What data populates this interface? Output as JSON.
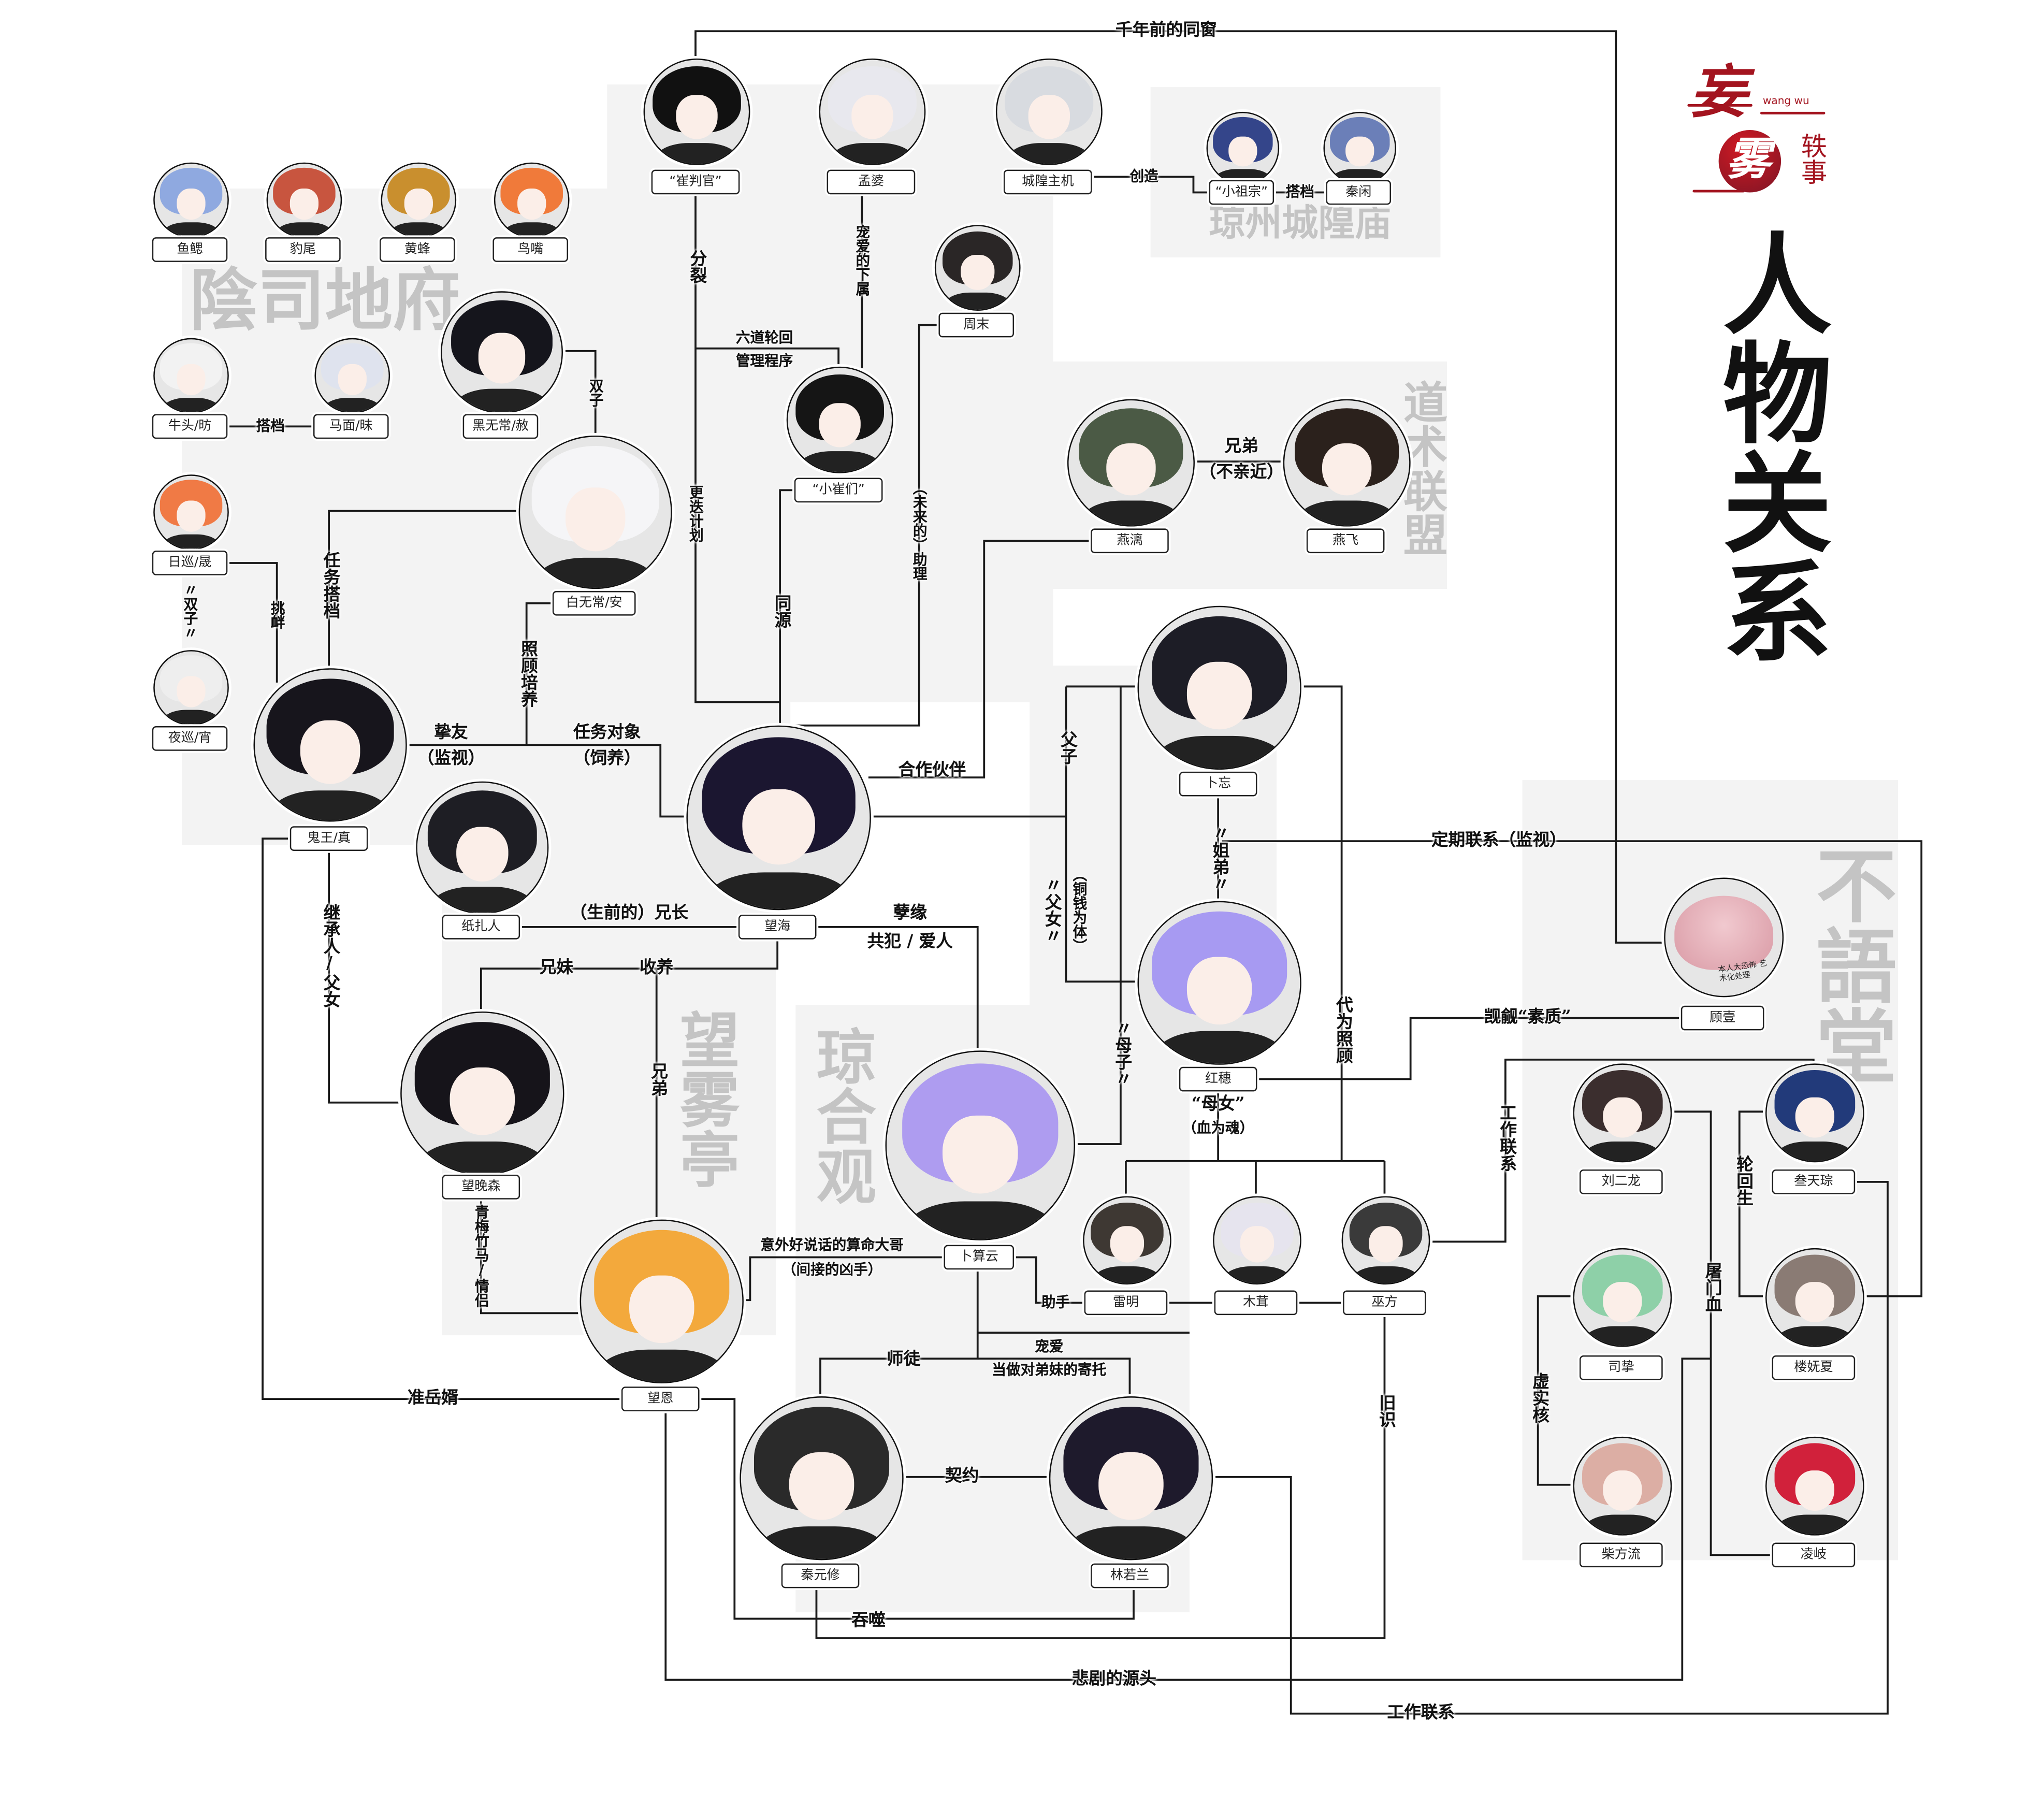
{
  "title": "人物关系",
  "logo": {
    "main_1": "妄",
    "main_2": "雾",
    "pinyin": "wang wu",
    "side": "轶事",
    "color": "#a3141f"
  },
  "groups": {
    "yinsi": "陰司地府",
    "qiongzhou": "琼州城隍庙",
    "daoshu": "道术联盟",
    "wangwu": "望雾亭",
    "qionghe": "琼合观",
    "buyu": "不語堂"
  },
  "characters": {
    "cui": {
      "name": "“崔判官”",
      "hair": "#111111"
    },
    "mengpo": {
      "name": "孟婆",
      "hair": "#e8e8ee"
    },
    "zhuji": {
      "name": "城隍主机",
      "hair": "#d8dbe0"
    },
    "xzz": {
      "name": "“小祖宗”",
      "hair": "#34458a"
    },
    "qinxian": {
      "name": "秦闲",
      "hair": "#6b7fb8"
    },
    "yusai": {
      "name": "鱼鳃",
      "hair": "#8fa9e0"
    },
    "baowei": {
      "name": "豹尾",
      "hair": "#c8553f"
    },
    "huangfeng": {
      "name": "黄蜂",
      "hair": "#c98f2e"
    },
    "niaozui": {
      "name": "鸟嘴",
      "hair": "#f07a3a"
    },
    "niutou": {
      "name": "牛头/昉",
      "hair": "#f2f2f2"
    },
    "mamian": {
      "name": "马面/昧",
      "hair": "#dfe3ee"
    },
    "hei": {
      "name": "黑无常/赦",
      "hair": "#15151c"
    },
    "zhoumo": {
      "name": "周末",
      "hair": "#2a2626"
    },
    "xiaocui": {
      "name": "“小崔们”",
      "hair": "#151515"
    },
    "rixun": {
      "name": "日巡/晟",
      "hair": "#f07a45"
    },
    "yexun": {
      "name": "夜巡/宵",
      "hair": "#eeeeee"
    },
    "bai": {
      "name": "白无常/安",
      "hair": "#f5f5f7"
    },
    "yanli": {
      "name": "燕漓",
      "hair": "#4b5a45"
    },
    "yanfei": {
      "name": "燕飞",
      "hair": "#2b211c"
    },
    "buwang": {
      "name": "卜忘",
      "hair": "#1d1d26"
    },
    "guiwang": {
      "name": "鬼王/真",
      "hair": "#17151c"
    },
    "wanghai": {
      "name": "望海",
      "hair": "#1b1630"
    },
    "zhizha": {
      "name": "纸扎人",
      "hair": "#1e1e24"
    },
    "guyi": {
      "name": "顾壹",
      "hair": "#e7b7be",
      "note": "本人大恐怖 艺术化处理"
    },
    "hongsui": {
      "name": "红穗",
      "hair": "#a79af2"
    },
    "wangwansen": {
      "name": "望晚森",
      "hair": "#16141a"
    },
    "busuanyun": {
      "name": "卜算云",
      "hair": "#ae9cf0"
    },
    "liu": {
      "name": "刘二龙",
      "hair": "#3b2e2e"
    },
    "santian": {
      "name": "叁天琮",
      "hair": "#223a7a"
    },
    "leiming": {
      "name": "雷明",
      "hair": "#3e3833"
    },
    "murong": {
      "name": "木茸",
      "hair": "#e6e4ee"
    },
    "wufang": {
      "name": "巫方",
      "hair": "#3a3a3a"
    },
    "sizhi": {
      "name": "司挚",
      "hair": "#8ed0a8"
    },
    "louwu": {
      "name": "楼妩夏",
      "hair": "#8a7b74"
    },
    "wangen": {
      "name": "望恩",
      "hair": "#f3a93c"
    },
    "qinyuanxiu": {
      "name": "秦元修",
      "hair": "#2a2a2a"
    },
    "linruolan": {
      "name": "林若兰",
      "hair": "#1e1a2c"
    },
    "chai": {
      "name": "柴方流",
      "hair": "#dcaea4"
    },
    "lingqi": {
      "name": "凌岐",
      "hair": "#d1213b"
    }
  },
  "relations": {
    "qiannian": "千年前的同窗",
    "chuangzao": "创造",
    "dadang1": "搭档",
    "dadang2": "搭档",
    "shuangzi1": "双子",
    "fenlie": "分裂",
    "gengdie": "更迭计划",
    "chongai_xs": "宠爱的下属",
    "liudao1": "六道轮回",
    "liudao2": "管理程序",
    "zhuli": "（未来的）助理",
    "tongyuan": "同源",
    "shuangzi2": "〃双子〃",
    "tiaoxin": "挑衅",
    "renwudadang": "任务搭档",
    "zhaogu": "照顾培养",
    "zhiyou1": "挚友",
    "zhiyou2": "（监视）",
    "duixiang1": "任务对象",
    "duixiang2": "（饲养）",
    "hezuo": "合作伙伴",
    "xiongdi1a": "兄弟",
    "xiongdi1b": "（不亲近）",
    "fuzi": "父子",
    "funv": "〃父女〃",
    "tongqian": "（铜钱为体）",
    "muzi": "〃母子〃",
    "jiedi": "〃姐弟〃",
    "dingqi": "定期联系（监视）",
    "daiwei": "代为照顾",
    "jiyu": "觊觎“素质”",
    "munv1": "“母女”",
    "munv2": "（血为魂）",
    "xiongzhang": "（生前的）兄长",
    "nieyuan1": "孽缘",
    "nieyuan2": "共犯 / 爱人",
    "xiongmei": "兄妹",
    "shouyang": "收养",
    "xiongdi2": "兄弟",
    "jicheng": "继承人/父女",
    "zhunyue": "准岳婿",
    "qingmei": "青梅竹马/情侣",
    "yiwai1": "意外好说话的算命大哥",
    "yiwai2": "（间接的凶手）",
    "zhushou": "助手",
    "shitu": "师徒",
    "chongai1": "宠爱",
    "chongai2": "当做对弟妹的寄托",
    "qiyue": "契约",
    "gongzuo1": "工作联系",
    "tunshi": "吞噬",
    "jiushi": "旧识",
    "beiju": "悲剧的源头",
    "tumen": "屠门血",
    "gongzuo2": "工作联系",
    "lunhui": "轮回生",
    "xushi": "虚实核"
  }
}
